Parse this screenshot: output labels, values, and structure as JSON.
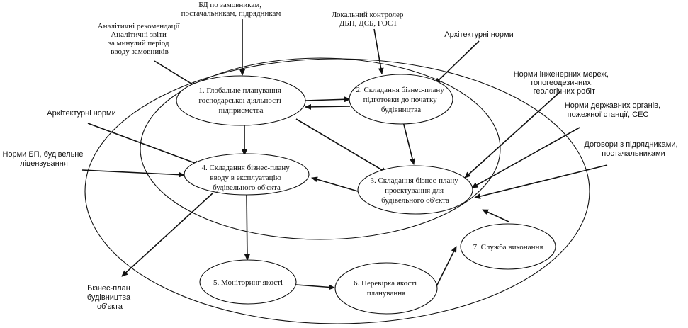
{
  "nodes": {
    "n1": [
      "1. Глобальне планування",
      "господарської діяльності",
      "підприємства"
    ],
    "n2": [
      "2. Складання бізнес-плану",
      "підготовки до початку",
      "будівництва"
    ],
    "n3": [
      "3. Складання бізнес-плану",
      "проектування для",
      "будівельного об'єкта"
    ],
    "n4": [
      "4. Складання бізнес-плану",
      "вводу в експлуатацію",
      "будівельного об'єкта"
    ],
    "n5": [
      "5. Моніторинг якості"
    ],
    "n6": [
      "6. Перевірка якості",
      "планування"
    ],
    "n7": [
      "7. Служба виконання"
    ]
  },
  "inputs": {
    "analytics": [
      "Аналітичні рекомендації",
      "Аналітичні звіти",
      "за минулий період",
      "вводу замовників"
    ],
    "bd": [
      "БД по замовникам,",
      "постачальникам, підрядникам"
    ],
    "control": [
      "Локальний контролер",
      "ДБН, ДСБ, ГОСТ"
    ],
    "arch_top": [
      "Архітектурні норми"
    ],
    "eng_norms": [
      "Норми інженерних мереж,",
      "топогеодезичних,",
      "геологічних робіт"
    ],
    "gov_norms": [
      "Норми державних органів,",
      "пожежної станції, СЕС"
    ],
    "contracts": [
      "Договори з підрядниками,",
      "постачальниками"
    ],
    "arch_left": [
      "Архітектурні норми"
    ],
    "bp_norms": [
      "Норми БП, будівельне",
      "ліцензування"
    ],
    "output_plan": [
      "Бізнес-план",
      "будівництва",
      "об'єкта"
    ]
  }
}
